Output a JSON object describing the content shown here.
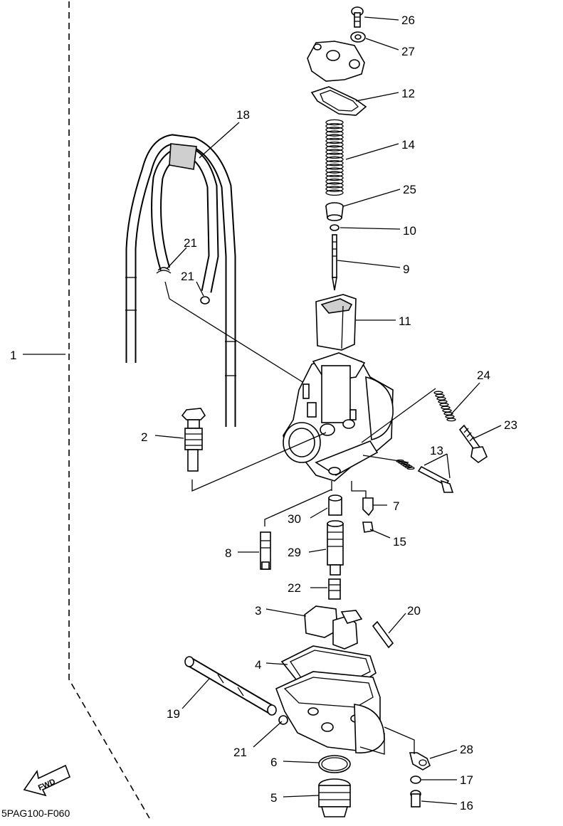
{
  "diagram_code": "5PAG100-F060",
  "fwd_label": "FWD",
  "callouts": [
    {
      "id": "p1",
      "label": "1"
    },
    {
      "id": "p2",
      "label": "2"
    },
    {
      "id": "p3",
      "label": "3"
    },
    {
      "id": "p4",
      "label": "4"
    },
    {
      "id": "p5",
      "label": "5"
    },
    {
      "id": "p6",
      "label": "6"
    },
    {
      "id": "p7",
      "label": "7"
    },
    {
      "id": "p8",
      "label": "8"
    },
    {
      "id": "p9",
      "label": "9"
    },
    {
      "id": "p10",
      "label": "10"
    },
    {
      "id": "p11",
      "label": "11"
    },
    {
      "id": "p12",
      "label": "12"
    },
    {
      "id": "p13",
      "label": "13"
    },
    {
      "id": "p14",
      "label": "14"
    },
    {
      "id": "p15",
      "label": "15"
    },
    {
      "id": "p16",
      "label": "16"
    },
    {
      "id": "p17",
      "label": "17"
    },
    {
      "id": "p18",
      "label": "18"
    },
    {
      "id": "p19",
      "label": "19"
    },
    {
      "id": "p20",
      "label": "20"
    },
    {
      "id": "p21a",
      "label": "21"
    },
    {
      "id": "p21b",
      "label": "21"
    },
    {
      "id": "p21c",
      "label": "21"
    },
    {
      "id": "p22",
      "label": "22"
    },
    {
      "id": "p23",
      "label": "23"
    },
    {
      "id": "p24",
      "label": "24"
    },
    {
      "id": "p25",
      "label": "25"
    },
    {
      "id": "p26",
      "label": "26"
    },
    {
      "id": "p27",
      "label": "27"
    },
    {
      "id": "p28",
      "label": "28"
    },
    {
      "id": "p29",
      "label": "29"
    },
    {
      "id": "p30",
      "label": "30"
    }
  ]
}
